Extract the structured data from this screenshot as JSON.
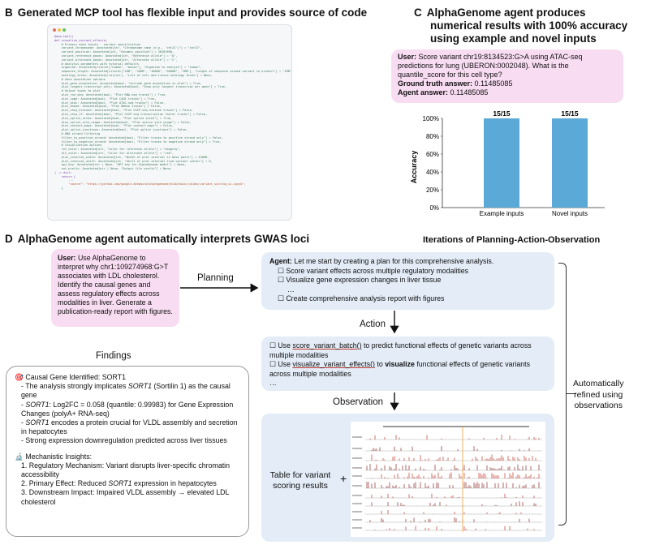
{
  "panel_b": {
    "letter": "B",
    "title": "Generated MCP tool has flexible input and provides source of code",
    "code_lines": [
      "@mcp.tool()",
      "def visualize_variant_effects(",
      "    # Primary data inputs - variant specification",
      "    variant_chromosome: Annotated[str, \"Chromosome name (e.g., 'chr22')\"] = \"chr22\",",
      "    variant_position: Annotated[int, \"Genomic position\"] = 36201698,",
      "    variant_reference_bases: Annotated[str, \"Reference allele\"] = \"A\",",
      "    variant_alternate_bases: Annotated[str, \"Alternate allele\"] = \"C\",",
      "    # Analysis parameters with tutorial defaults",
      "    organism: Annotated[Literal[\"human\", \"mouse\"], \"Organism to analyze\"] = \"human\",",
      "    sequence_length: Annotated[Literal[\"2KB\", \"16KB\", \"100KB\", \"500KB\", \"1MB\"], \"Length of sequence around variant to predict\"] = \"1MB\",",
      "    ontology_terms: Annotated[list[str], \"List of cell and tissue ontology terms\"] = None,",
      "    # Gene annotation options",
      "    plot_gene_annotation: Annotated[bool, \"Include gene annotation in plot\"] = True,",
      "    plot_longest_transcript_only: Annotated[bool, \"Show only longest transcript per gene\"] = True,",
      "    # Output types to plot",
      "    plot_rna_seq: Annotated[bool, \"Plot RNA-seq tracks\"] = True,",
      "    plot_cage: Annotated[bool, \"Plot CAGE tracks\"] = True,",
      "    plot_atac: Annotated[bool, \"Plot ATAC-seq tracks\"] = False,",
      "    plot_dnase: Annotated[bool, \"Plot DNase tracks\"] = False,",
      "    plot_chip_histone: Annotated[bool, \"Plot ChIP-seq histone tracks\"] = False,",
      "    plot_chip_tf: Annotated[bool, \"Plot ChIP-seq transcription factor tracks\"] = False,",
      "    plot_splice_sites: Annotated[bool, \"Plot splice sites\"] = True,",
      "    plot_splice_site_usage: Annotated[bool, \"Plot splice site usage\"] = False,",
      "    plot_contact_maps: Annotated[bool, \"Plot contact maps\"] = False,",
      "    plot_splice_junctions: Annotated[bool, \"Plot splice junctions\"] = False,",
      "    # DNA strand filtering",
      "    filter_to_positive_strand: Annotated[bool, \"Filter tracks to positive strand only\"] = False,",
      "    filter_to_negative_strand: Annotated[bool, \"Filter tracks to negative strand only\"] = True,",
      "    # Visualization options",
      "    ref_color: Annotated[str, \"Color for reference allele\"] = \"dimgrey\",",
      "    alt_color: Annotated[str, \"Color for alternate allele\"] = \"red\",",
      "    plot_interval_width: Annotated[int, \"Width of plot interval in base pairs\"] = 43008,",
      "    plot_interval_shift: Annotated[int, \"Shift of plot interval from variant center\"] = 0,",
      "    api_key: Annotated[str | None, \"API key for AlphaGenome model\"] = None,",
      "    out_prefix: Annotated[str | None, \"Output file prefix\"] = None,",
      ") -> dict:",
      "",
      "    return {",
      "        ...",
      "        \"source\": \"https://github.com/google-deepmind/alphagenome/blob/main/colabs/variant_scoring_ui.ipynb\",",
      "    }"
    ]
  },
  "panel_c": {
    "letter": "C",
    "title_lines": [
      "AlphaGenome agent produces",
      "numerical results with 100% accuracy",
      "using example and novel inputs"
    ],
    "user_label": "User:",
    "user_text": "Score variant chr19:8134523:G>A using ATAC-seq predictions for lung (UBERON:0002048). What is the quantile_score for this cell type?",
    "gt_label": "Ground truth answer:",
    "gt_value": "0.11485085",
    "agent_label": "Agent answer:",
    "agent_value": "0.11485085",
    "chart_data": {
      "type": "bar",
      "categories": [
        "Example inputs",
        "Novel inputs"
      ],
      "values": [
        100,
        100
      ],
      "data_labels": [
        "15/15",
        "15/15"
      ],
      "ylabel": "Accuracy",
      "ylim": [
        0,
        100
      ],
      "yticks": [
        "0%",
        "20%",
        "40%",
        "60%",
        "80%",
        "100%"
      ],
      "bar_color": "#5aa9d6"
    }
  },
  "panel_d": {
    "letter": "D",
    "title": "AlphaGenome agent automatically interprets GWAS loci",
    "iterations_title": "Iterations of Planning-Action-Observation",
    "user_label": "User:",
    "user_text": "Use AlphaGenome to interpret why chr1:109274968:G>T associates with LDL cholesterol. Identify the causal genes and assess regulatory effects across modalities in liver. Generate a publication-ready report with figures.",
    "planning_label": "Planning",
    "action_label": "Action",
    "observation_label": "Observation",
    "agent_label": "Agent:",
    "agent_text": "Let me start by creating a plan for this comprehensive analysis.",
    "plan_items": [
      "☐ Score variant effects across multiple regulatory modalities",
      "☐ Visualize gene expression changes in liver tissue",
      "…",
      "☐ Create comprehensive analysis report with figures"
    ],
    "action_item1_pre": "☐ Use ",
    "action_item1_fn": "score_variant_batch()",
    "action_item1_post": " to predict functional effects of genetic variants across multiple modalities",
    "action_item2_pre": "☐ Use ",
    "action_item2_fn": "visualize_variant_effects()",
    "action_item2_mid": " to ",
    "action_item2_bold": "visualize",
    "action_item2_post": "  functional effects of genetic variants across multiple modalities",
    "action_ellipsis": "…",
    "table_label_lines": [
      "Table for variant",
      "scoring results"
    ],
    "plus": "+",
    "auto_refined_lines": [
      "Automatically",
      "refined using",
      "observations"
    ],
    "findings_title": "Findings",
    "findings": {
      "causal_icon": "🎯",
      "causal_heading": "Causal Gene Identified: SORT1",
      "b1_pre": "- The analysis strongly implicates ",
      "b1_gene": "SORT1",
      "b1_post": " (Sortilin 1) as the causal gene",
      "b2_gene": "SORT1",
      "b2_post": ": Log2FC = 0.058 (quantile: 0.99983) for Gene Expression Changes (polyA+ RNA-seq)",
      "b3_gene": "SORT1",
      "b3_post": " encodes a protein crucial for VLDL assembly and secretion in hepatocytes",
      "b4": "- Strong expression downregulation predicted across liver tissues",
      "mech_icon": "🔬",
      "mech_heading": "Mechanistic Insights:",
      "m1": "1. Regulatory Mechanism: Variant disrupts liver-specific chromatin accessibility",
      "m2_pre": "2. Primary Effect: Reduced ",
      "m2_gene": "SORT1",
      "m2_post": " expression in hepatocytes",
      "m3": "3. Downstream Impact: Impaired VLDL assembly → elevated LDL cholesterol"
    }
  }
}
